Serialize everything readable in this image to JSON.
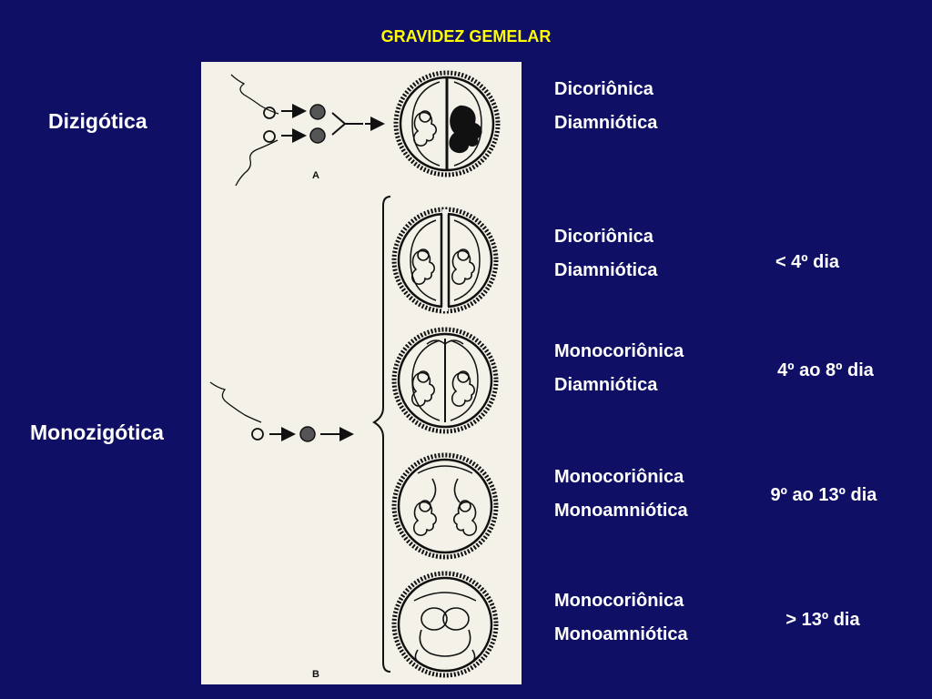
{
  "slide": {
    "title": "GRAVIDEZ GEMELAR",
    "dizygotic_label": "Dizigótica",
    "monozygotic_label": "Monozigótica"
  },
  "figure": {
    "panel_a_letter": "A",
    "panel_b_letter": "B"
  },
  "rows": [
    {
      "chorion": "Dicoriônica",
      "amnion": "Diamniótica",
      "timing": ""
    },
    {
      "chorion": "Dicoriônica",
      "amnion": "Diamniótica",
      "timing": "< 4º dia"
    },
    {
      "chorion": "Monocoriônica",
      "amnion": "Diamniótica",
      "timing": "4º ao 8º dia"
    },
    {
      "chorion": "Monocoriônica",
      "amnion": "Monoamniótica",
      "timing": "9º ao 13º dia"
    },
    {
      "chorion": "Monocoriônica",
      "amnion": "Monoamniótica",
      "timing": "> 13º dia"
    }
  ],
  "colors": {
    "background": "#0f0f66",
    "title": "#ffff00",
    "text": "#ffffff",
    "figure_paper": "#f3f1e8"
  }
}
